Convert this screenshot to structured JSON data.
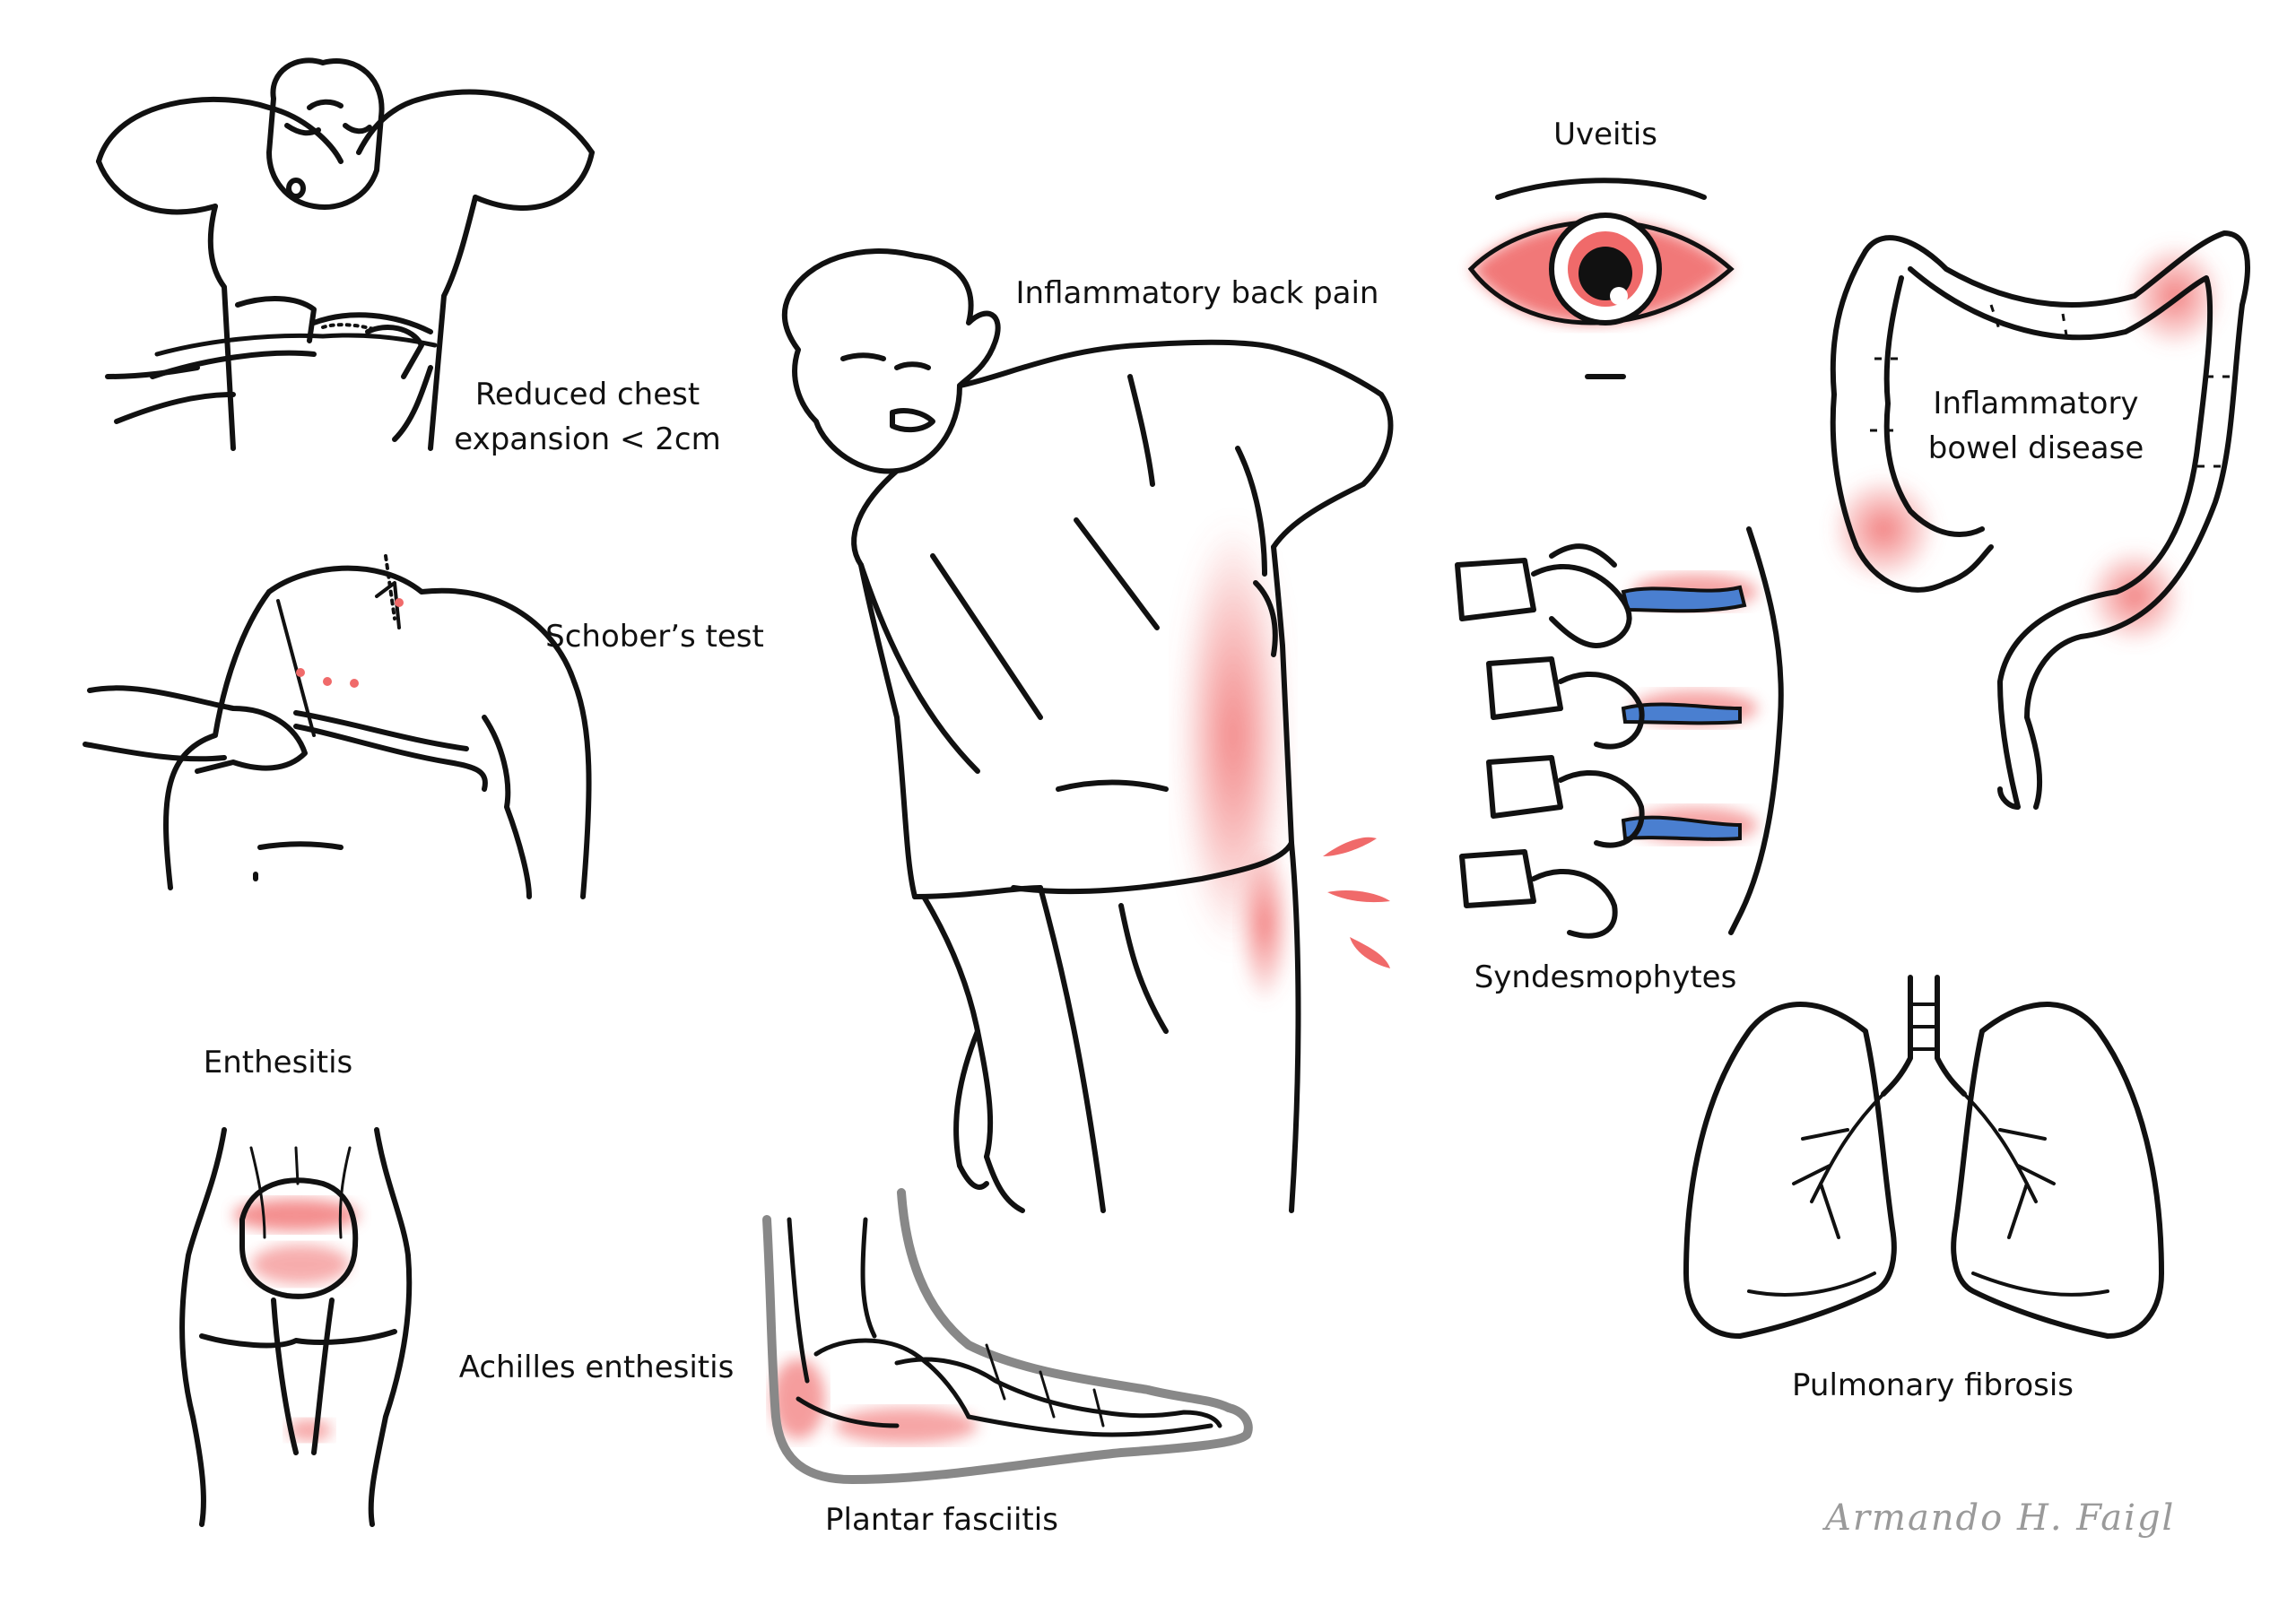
{
  "labels": {
    "chest_line1": "Reduced chest",
    "chest_line2": "expansion < 2cm",
    "schober": "Schober’s test",
    "back_pain": "Inflammatory back pain",
    "uveitis": "Uveitis",
    "ibd_line1": "Inflammatory",
    "ibd_line2": "bowel disease",
    "syndesmophytes": "Syndesmophytes",
    "enthesitis": "Enthesitis",
    "achilles": "Achilles enthesitis",
    "plantar": "Plantar fasciitis",
    "pulmonary": "Pulmonary fibrosis"
  },
  "signature": "Armando H. Faigl",
  "colors": {
    "ink": "#111111",
    "inflammation": "#f06a6a",
    "vessel_blue": "#4a7fd0",
    "signature": "#9a9a9a"
  }
}
